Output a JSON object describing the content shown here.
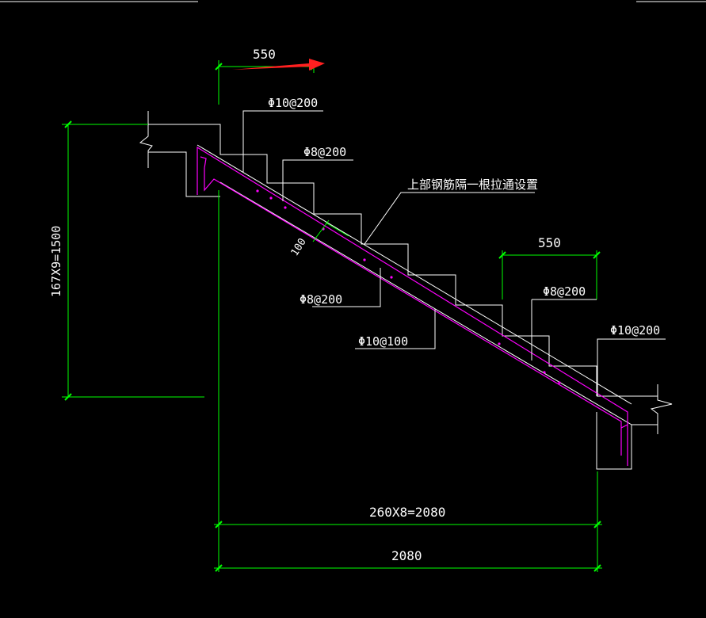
{
  "colors": {
    "background": "#000000",
    "outline": "#ffffff",
    "dimension": "#00ff00",
    "rebar": "#ff00ff",
    "arrow": "#ff2020",
    "text": "#ffffff"
  },
  "labels": {
    "top_dim_550": "550",
    "rebar_top_left": "Φ10@200",
    "rebar_top_upper": "Φ8@200",
    "note_upper_rebar": "上部钢筋隔一根拉通设置",
    "slab_thickness": "100",
    "rebar_mid_left": "Φ8@200",
    "rebar_bottom": "Φ10@100",
    "right_dim_550": "550",
    "rebar_right_upper": "Φ8@200",
    "rebar_right_top": "Φ10@200",
    "height_dim": "167X9=1500",
    "steps_dim": "260X8=2080",
    "total_dim": "2080"
  },
  "icons": {
    "direction_arrow": "red-arrow-right-icon"
  }
}
